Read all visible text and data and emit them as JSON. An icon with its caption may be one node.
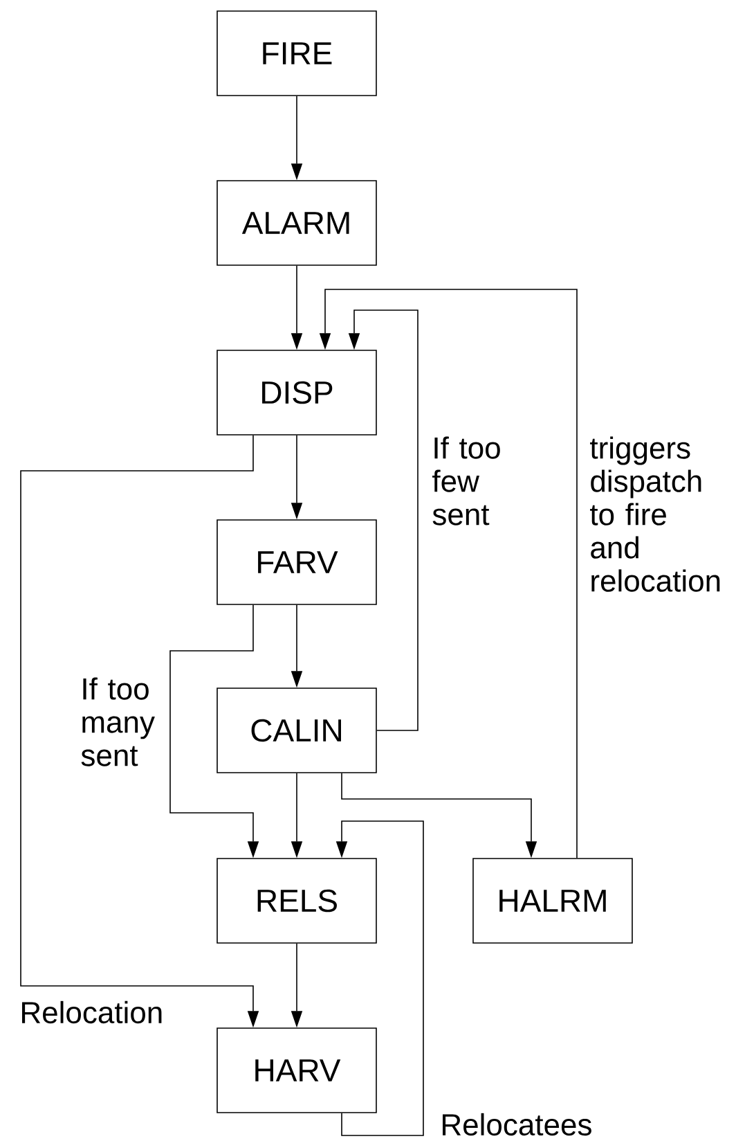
{
  "diagram": {
    "nodes": [
      {
        "text": [
          "FIRE"
        ]
      },
      {
        "text": [
          "ALARM"
        ]
      },
      {
        "text": [
          "DISP"
        ]
      },
      {
        "text": [
          "FARV"
        ]
      },
      {
        "text": [
          "CALIN"
        ]
      },
      {
        "text": [
          "RELS"
        ]
      },
      {
        "text": [
          "HALRM"
        ]
      },
      {
        "text": [
          "HARV"
        ]
      }
    ],
    "edges": [
      {
        "from": 0,
        "to": 1,
        "arrow": "to"
      },
      {
        "from": 1,
        "to": 2,
        "arrow": "to"
      },
      {
        "from": 6,
        "to": 2,
        "arrow": "to",
        "label": "triggers dispatch to fire and relocation"
      },
      {
        "from": 4,
        "to": 2,
        "arrow": "to",
        "label": "If too few sent"
      },
      {
        "from": 2,
        "to": 3,
        "arrow": "to"
      },
      {
        "from": 2,
        "to": 7,
        "arrow": "to",
        "label": "Relocation"
      },
      {
        "from": 3,
        "to": 4,
        "arrow": "to"
      },
      {
        "from": 3,
        "to": 5,
        "arrow": "to",
        "label": "If too many sent"
      },
      {
        "from": 4,
        "to": 5,
        "arrow": "to"
      },
      {
        "from": 4,
        "to": 6,
        "arrow": "to"
      },
      {
        "from": 5,
        "to": 7,
        "arrow": "to"
      },
      {
        "from": 7,
        "to": 5,
        "arrow": "to",
        "label": "Relocatees"
      }
    ]
  }
}
